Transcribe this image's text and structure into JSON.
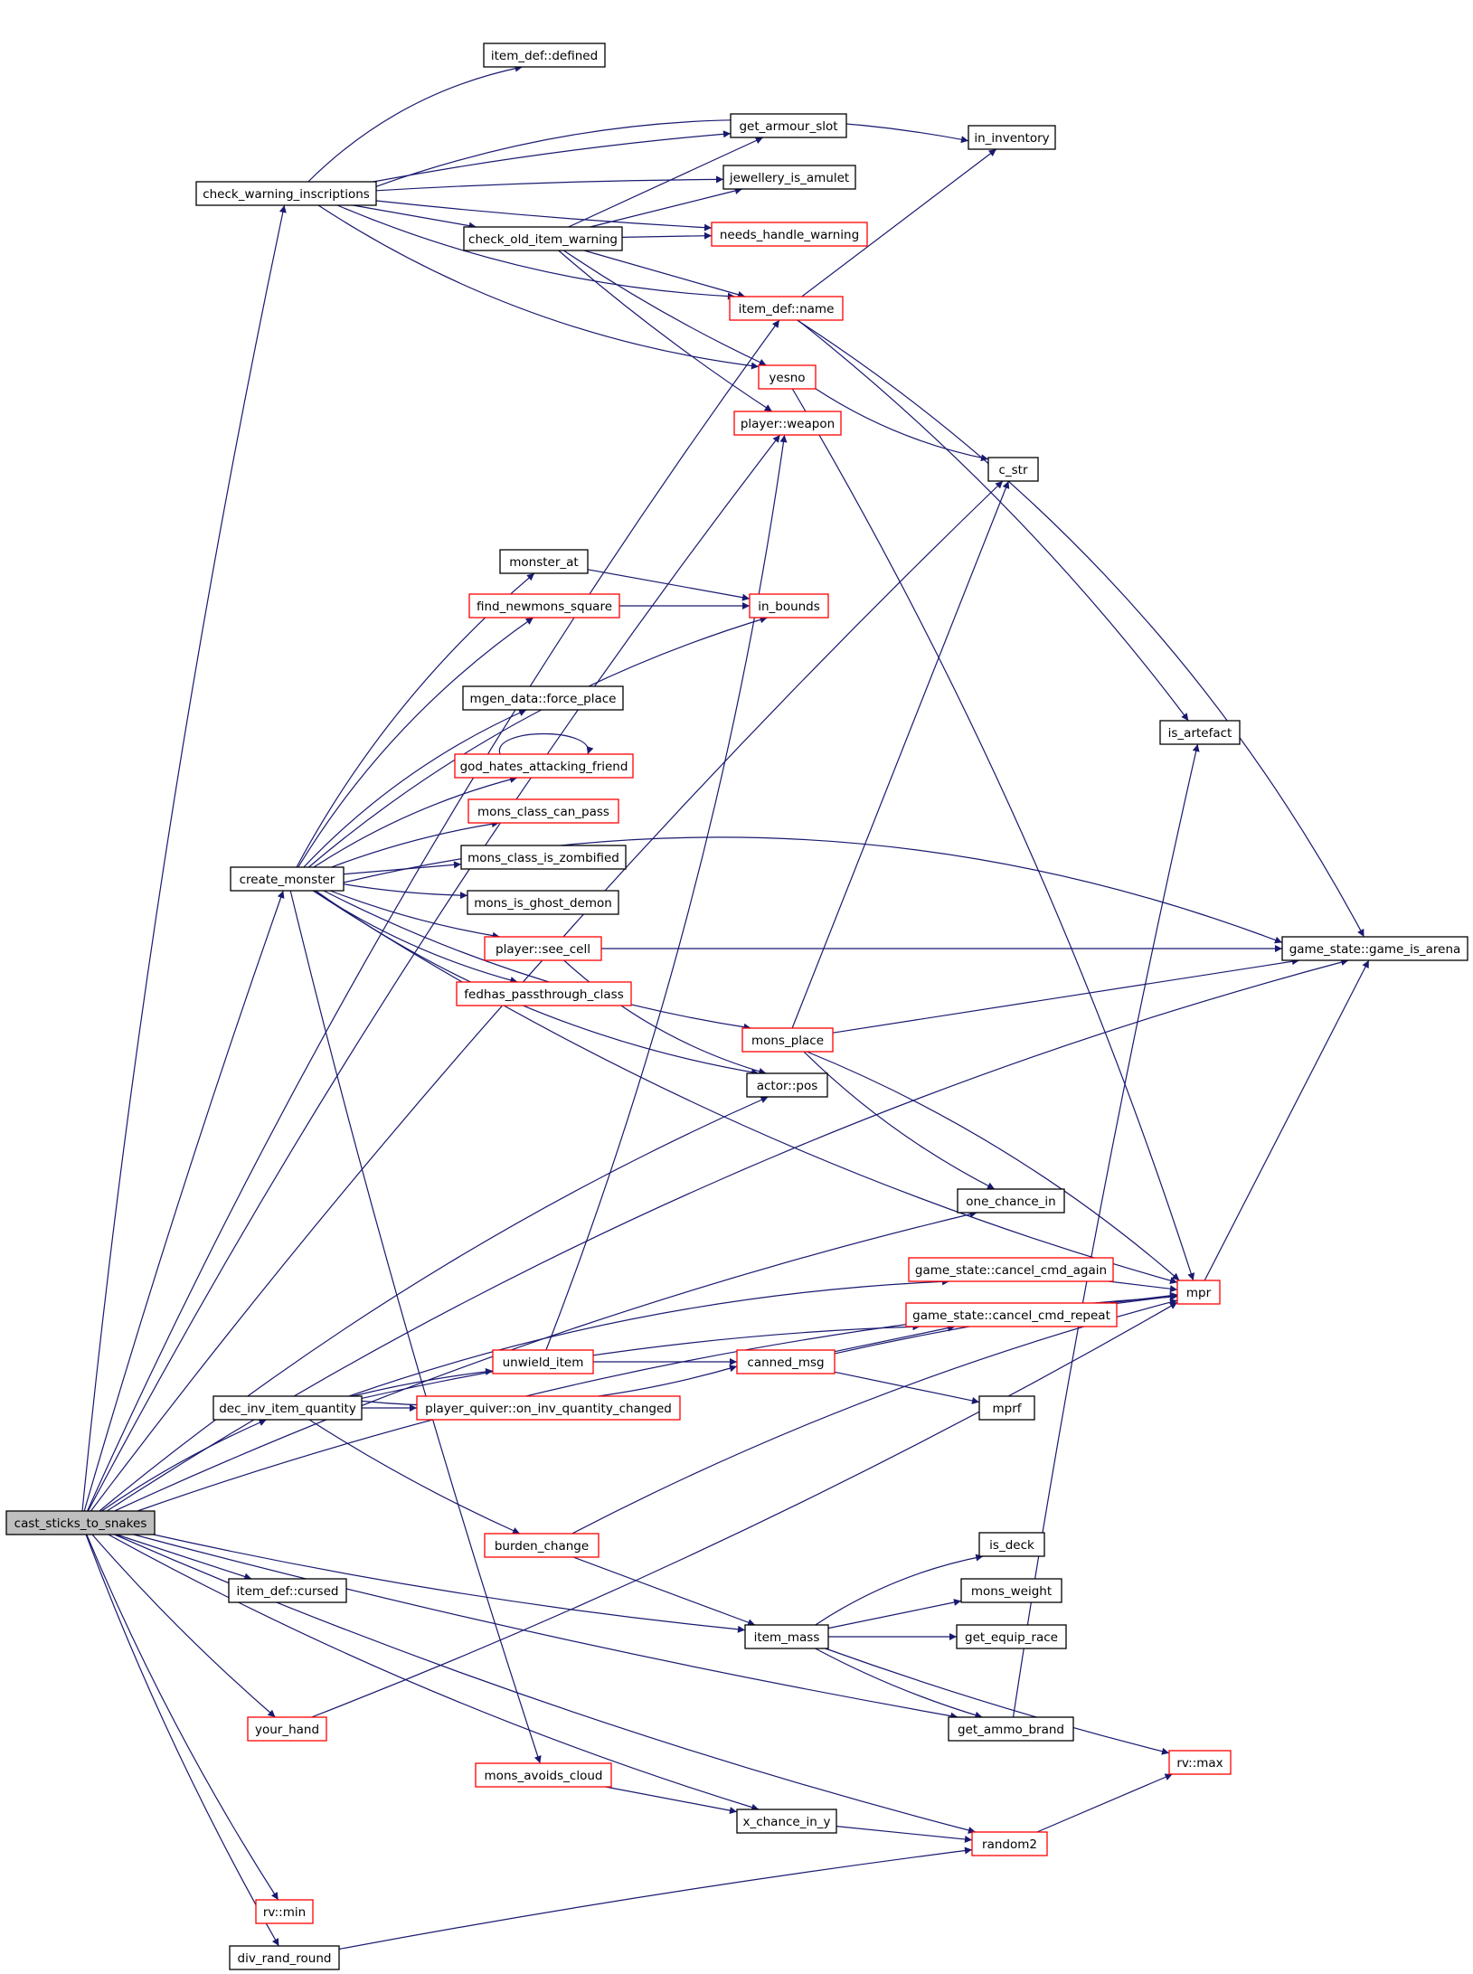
{
  "graph": {
    "colors": {
      "edge": "#191970",
      "root_fill": "#bfbfbf",
      "box_black": "#000000",
      "box_red": "#ff0000",
      "text": "#000000",
      "background": "#ffffff"
    },
    "nodes": [
      {
        "id": "cast_sticks_to_snakes",
        "label": "cast_sticks_to_snakes",
        "style": "root"
      },
      {
        "id": "check_warning_inscriptions",
        "label": "check_warning_inscriptions",
        "style": "black"
      },
      {
        "id": "item_def_defined",
        "label": "item_def::defined",
        "style": "black"
      },
      {
        "id": "get_armour_slot",
        "label": "get_armour_slot",
        "style": "black"
      },
      {
        "id": "in_inventory",
        "label": "in_inventory",
        "style": "black"
      },
      {
        "id": "jewellery_is_amulet",
        "label": "jewellery_is_amulet",
        "style": "black"
      },
      {
        "id": "check_old_item_warning",
        "label": "check_old_item_warning",
        "style": "black"
      },
      {
        "id": "needs_handle_warning",
        "label": "needs_handle_warning",
        "style": "red"
      },
      {
        "id": "item_def_name",
        "label": "item_def::name",
        "style": "red"
      },
      {
        "id": "yesno",
        "label": "yesno",
        "style": "red"
      },
      {
        "id": "player_weapon",
        "label": "player::weapon",
        "style": "red"
      },
      {
        "id": "c_str",
        "label": "c_str",
        "style": "black"
      },
      {
        "id": "monster_at",
        "label": "monster_at",
        "style": "black"
      },
      {
        "id": "find_newmons_square",
        "label": "find_newmons_square",
        "style": "red"
      },
      {
        "id": "in_bounds",
        "label": "in_bounds",
        "style": "red"
      },
      {
        "id": "mgen_data_force_place",
        "label": "mgen_data::force_place",
        "style": "black"
      },
      {
        "id": "is_artefact",
        "label": "is_artefact",
        "style": "black"
      },
      {
        "id": "god_hates_attacking_friend",
        "label": "god_hates_attacking_friend",
        "style": "red"
      },
      {
        "id": "mons_class_can_pass",
        "label": "mons_class_can_pass",
        "style": "red"
      },
      {
        "id": "create_monster",
        "label": "create_monster",
        "style": "black"
      },
      {
        "id": "mons_class_is_zombified",
        "label": "mons_class_is_zombified",
        "style": "black"
      },
      {
        "id": "mons_is_ghost_demon",
        "label": "mons_is_ghost_demon",
        "style": "black"
      },
      {
        "id": "player_see_cell",
        "label": "player::see_cell",
        "style": "red"
      },
      {
        "id": "game_state_game_is_arena",
        "label": "game_state::game_is_arena",
        "style": "black"
      },
      {
        "id": "fedhas_passthrough_class",
        "label": "fedhas_passthrough_class",
        "style": "red"
      },
      {
        "id": "mons_place",
        "label": "mons_place",
        "style": "red"
      },
      {
        "id": "actor_pos",
        "label": "actor::pos",
        "style": "black"
      },
      {
        "id": "one_chance_in",
        "label": "one_chance_in",
        "style": "black"
      },
      {
        "id": "game_state_cancel_cmd_again",
        "label": "game_state::cancel_cmd_again",
        "style": "red"
      },
      {
        "id": "mpr",
        "label": "mpr",
        "style": "red"
      },
      {
        "id": "game_state_cancel_cmd_repeat",
        "label": "game_state::cancel_cmd_repeat",
        "style": "red"
      },
      {
        "id": "unwield_item",
        "label": "unwield_item",
        "style": "red"
      },
      {
        "id": "canned_msg",
        "label": "canned_msg",
        "style": "red"
      },
      {
        "id": "dec_inv_item_quantity",
        "label": "dec_inv_item_quantity",
        "style": "black"
      },
      {
        "id": "player_quiver_on_inv_quantity_changed",
        "label": "player_quiver::on_inv_quantity_changed",
        "style": "red"
      },
      {
        "id": "mprf",
        "label": "mprf",
        "style": "black"
      },
      {
        "id": "burden_change",
        "label": "burden_change",
        "style": "red"
      },
      {
        "id": "is_deck",
        "label": "is_deck",
        "style": "black"
      },
      {
        "id": "item_def_cursed",
        "label": "item_def::cursed",
        "style": "black"
      },
      {
        "id": "mons_weight",
        "label": "mons_weight",
        "style": "black"
      },
      {
        "id": "item_mass",
        "label": "item_mass",
        "style": "black"
      },
      {
        "id": "get_equip_race",
        "label": "get_equip_race",
        "style": "black"
      },
      {
        "id": "your_hand",
        "label": "your_hand",
        "style": "red"
      },
      {
        "id": "get_ammo_brand",
        "label": "get_ammo_brand",
        "style": "black"
      },
      {
        "id": "rv_max",
        "label": "rv::max",
        "style": "red"
      },
      {
        "id": "mons_avoids_cloud",
        "label": "mons_avoids_cloud",
        "style": "red"
      },
      {
        "id": "x_chance_in_y",
        "label": "x_chance_in_y",
        "style": "black"
      },
      {
        "id": "random2",
        "label": "random2",
        "style": "red"
      },
      {
        "id": "rv_min",
        "label": "rv::min",
        "style": "red"
      },
      {
        "id": "div_rand_round",
        "label": "div_rand_round",
        "style": "black"
      }
    ]
  }
}
